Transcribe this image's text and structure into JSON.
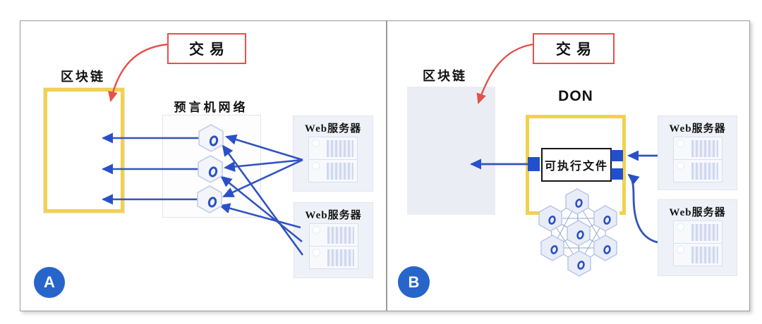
{
  "diagram": {
    "panels": [
      {
        "badge": "A",
        "transaction_label": "交易",
        "blockchain_label": "区块链",
        "network_label": "预言机网络",
        "web_server_top_label": "Web服务器",
        "web_server_bottom_label": "Web服务器"
      },
      {
        "badge": "B",
        "transaction_label": "交易",
        "blockchain_label": "区块链",
        "network_label": "DON",
        "executable_label": "可执行文件",
        "web_server_top_label": "Web服务器",
        "web_server_bottom_label": "Web服务器"
      }
    ],
    "icons": {
      "oracle_node": "chainlink-hexagon-icon",
      "oracle_mesh": "oracle-mesh-network-icon",
      "web_server": "server-rack-icon"
    },
    "colors": {
      "arrow_blue": "#3253BE",
      "arrowhead_blue": "#2950C8",
      "connector_blue": "#2150CC",
      "box_border_yellow": "#F2D14E",
      "transaction_red": "#E6504B",
      "badge_blue": "#2765CB",
      "blockchain_fill_b": "#EBEDF4"
    }
  }
}
